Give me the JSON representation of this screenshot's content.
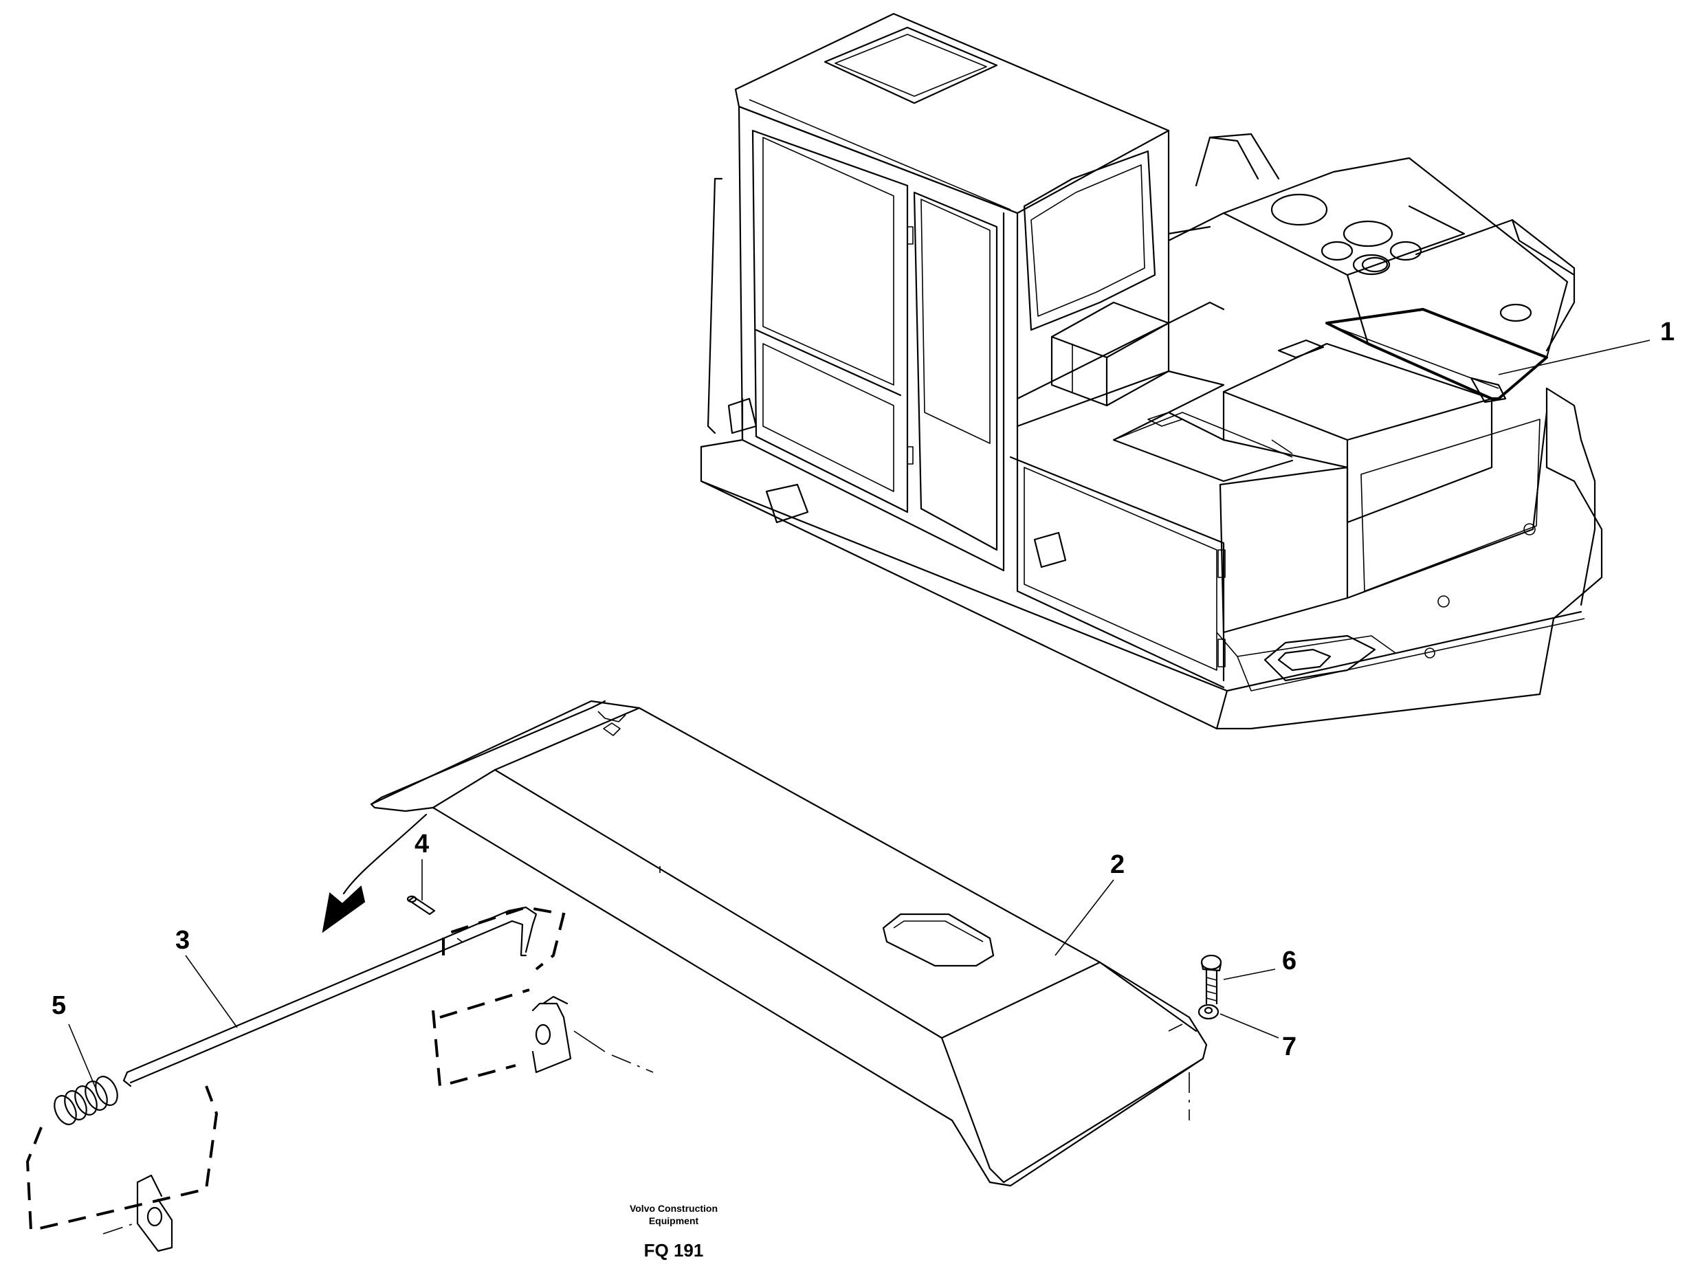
{
  "callouts": [
    {
      "id": "1",
      "text": "1"
    },
    {
      "id": "2",
      "text": "2"
    },
    {
      "id": "3",
      "text": "3"
    },
    {
      "id": "4",
      "text": "4"
    },
    {
      "id": "5",
      "text": "5"
    },
    {
      "id": "6",
      "text": "6"
    },
    {
      "id": "7",
      "text": "7"
    }
  ],
  "caption": {
    "line1": "Volvo Construction",
    "line2": "Equipment",
    "code": "FQ 191"
  }
}
